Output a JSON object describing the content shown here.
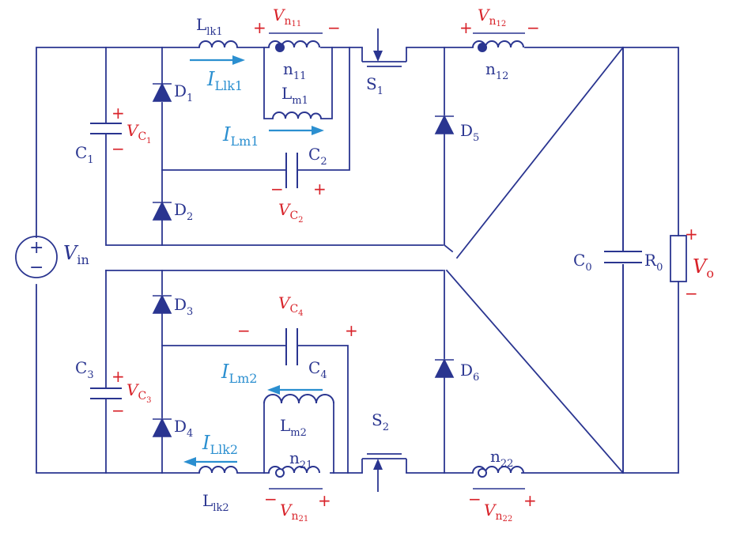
{
  "labels": {
    "vin_main": "V",
    "vin_sub": "in",
    "vin_plus": "+",
    "vin_minus": "−",
    "Llk1_main": "L",
    "Llk1_sub": "lk1",
    "Llk2_main": "L",
    "Llk2_sub": "lk2",
    "Lm1_main": "L",
    "Lm1_sub": "m1",
    "Lm2_main": "L",
    "Lm2_sub": "m2",
    "n11_main": "n",
    "n11_sub": "11",
    "n12_main": "n",
    "n12_sub": "12",
    "n21_main": "n",
    "n21_sub": "21",
    "n22_main": "n",
    "n22_sub": "22",
    "D1_main": "D",
    "D1_sub": "1",
    "D2_main": "D",
    "D2_sub": "2",
    "D3_main": "D",
    "D3_sub": "3",
    "D4_main": "D",
    "D4_sub": "4",
    "D5_main": "D",
    "D5_sub": "5",
    "D6_main": "D",
    "D6_sub": "6",
    "C1_main": "C",
    "C1_sub": "1",
    "C2_main": "C",
    "C2_sub": "2",
    "C3_main": "C",
    "C3_sub": "3",
    "C4_main": "C",
    "C4_sub": "4",
    "C0_main": "C",
    "C0_sub": "0",
    "R0_main": "R",
    "R0_sub": "0",
    "S1_main": "S",
    "S1_sub": "1",
    "S2_main": "S",
    "S2_sub": "2",
    "Vo_main": "V",
    "Vo_sub": "o",
    "VC1_main": "V",
    "VC1_sub": "C",
    "VC1_subsub": "1",
    "VC2_main": "V",
    "VC2_sub": "C",
    "VC2_subsub": "2",
    "VC3_main": "V",
    "VC3_sub": "C",
    "VC3_subsub": "3",
    "VC4_main": "V",
    "VC4_sub": "C",
    "VC4_subsub": "4",
    "Vn11_main": "V",
    "Vn11_sub": "n",
    "Vn11_subsub": "11",
    "Vn12_main": "V",
    "Vn12_sub": "n",
    "Vn12_subsub": "12",
    "Vn21_main": "V",
    "Vn21_sub": "n",
    "Vn21_subsub": "21",
    "Vn22_main": "V",
    "Vn22_sub": "n",
    "Vn22_subsub": "22",
    "ILlk1_main": "I",
    "ILlk1_sub": "Llk1",
    "ILlk2_main": "I",
    "ILlk2_sub": "Llk2",
    "ILm1_main": "I",
    "ILm1_sub": "Lm1",
    "ILm2_main": "I",
    "ILm2_sub": "Lm2",
    "plus": "+",
    "minus": "−"
  },
  "colors": {
    "wire": "#2a3590",
    "polarity": "#d8232a",
    "current": "#2b8fd0"
  }
}
